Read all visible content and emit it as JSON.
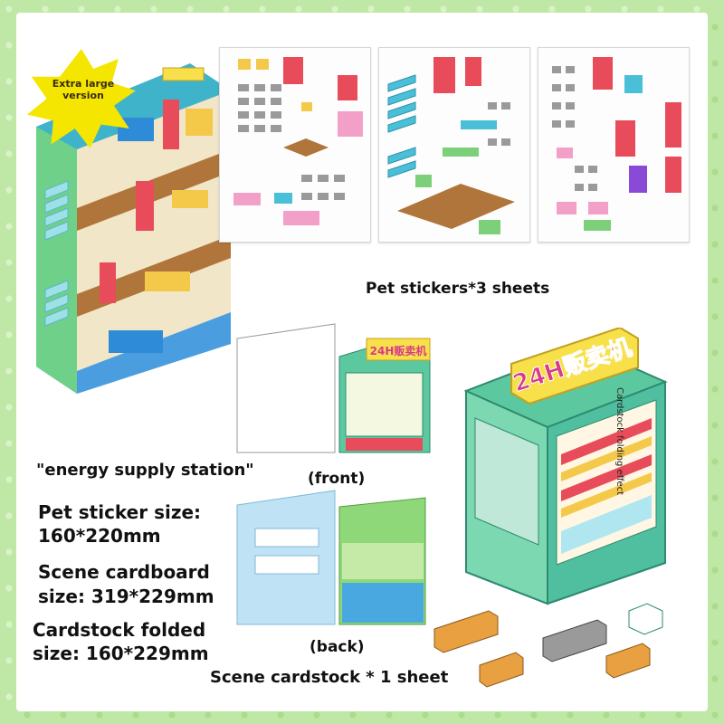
{
  "badge": {
    "text": "Extra large version",
    "color": "#f4e600"
  },
  "sheets": {
    "caption": "Pet stickers*3 sheets",
    "count": 3
  },
  "vending": {
    "sign_text": "24H贩卖机",
    "vertical_caption": "Cardstock folding effect"
  },
  "labels": {
    "front": "(front)",
    "back": "(back)",
    "scene_name": "\"energy supply station\""
  },
  "specs": {
    "sticker_size_label": "Pet sticker size:",
    "sticker_size_value": "160*220mm",
    "cardboard_label": "Scene cardboard",
    "cardboard_value": "size: 319*229mm",
    "cardstock_label": "Cardstock folded",
    "cardstock_value": "size: 160*229mm",
    "cardstock_count": "Scene cardstock * 1 sheet"
  },
  "colors": {
    "background": "#bfe8a6",
    "cabinet_green": "#5cc8a0",
    "cabinet_blue": "#3ab0d8",
    "sign_yellow": "#f7e04a",
    "sign_text": "#d83a8a"
  }
}
